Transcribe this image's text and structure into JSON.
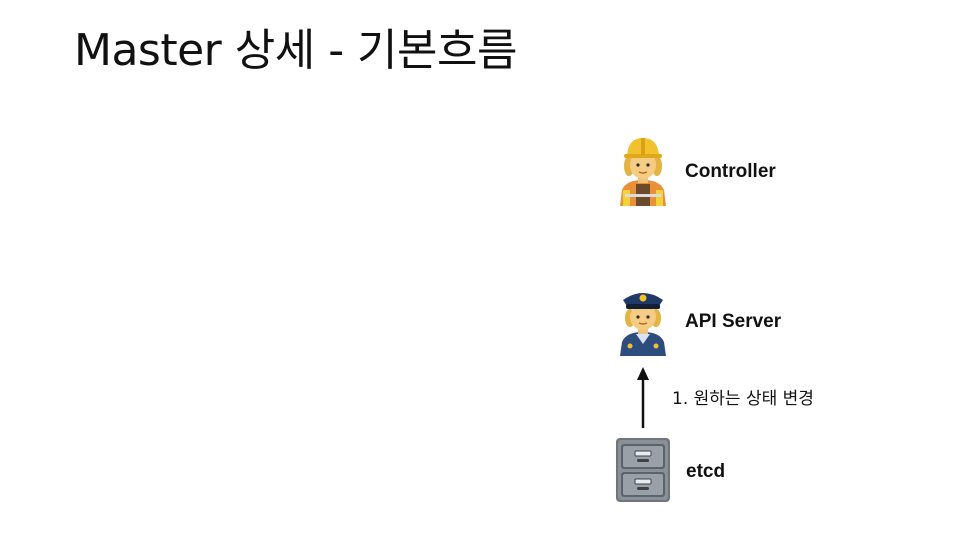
{
  "slide": {
    "title": "Master 상세 - 기본흐름"
  },
  "diagram": {
    "nodes": [
      {
        "id": "controller",
        "label": "Controller",
        "icon": "construction-worker-icon"
      },
      {
        "id": "api_server",
        "label": "API Server",
        "icon": "police-officer-icon"
      },
      {
        "id": "etcd",
        "label": "etcd",
        "icon": "file-cabinet-icon"
      }
    ],
    "edges": [
      {
        "from": "etcd",
        "to": "api_server",
        "label": "1. 원하는 상태 변경"
      }
    ]
  }
}
